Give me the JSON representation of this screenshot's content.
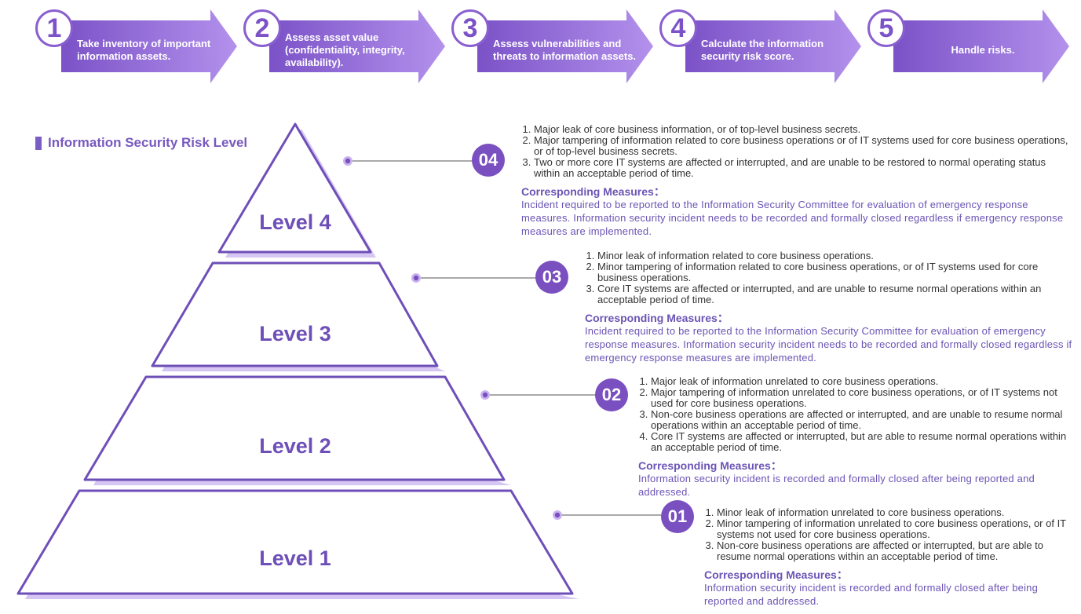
{
  "steps": [
    {
      "number": "1",
      "text": "Take inventory of important information assets."
    },
    {
      "number": "2",
      "text": "Assess asset value (confidentiality, integrity, availability)."
    },
    {
      "number": "3",
      "text": "Assess vulnerabilities and threats to information assets."
    },
    {
      "number": "4",
      "text": "Calculate the information security risk score."
    },
    {
      "number": "5",
      "text": "Handle risks."
    }
  ],
  "section_title": "Information Security Risk Level",
  "pyramid": {
    "level4": "Level 4",
    "level3": "Level 3",
    "level2": "Level 2",
    "level1": "Level 1"
  },
  "levels": {
    "l4": {
      "badge": "04",
      "items": [
        "Major leak of core business information, or of top-level business secrets.",
        "Major tampering of information related to core business operations or of IT systems used for core business operations, or of top-level business secrets.",
        "Two or more core IT systems are affected or interrupted, and are unable to be restored to normal operating status within an acceptable period of time."
      ],
      "measures_title": "Corresponding Measures：",
      "measures_text": "Incident required to be reported to the Information Security Committee for evaluation of emergency response measures. Information security incident needs to be recorded and formally closed regardless if emergency response measures are implemented."
    },
    "l3": {
      "badge": "03",
      "items": [
        "Minor leak of information related to core business operations.",
        "Minor tampering of information related to core business operations, or of IT systems used for core business operations.",
        "Core IT systems are affected or interrupted, and are unable to resume normal operations within an acceptable period of time."
      ],
      "measures_title": "Corresponding Measures：",
      "measures_text": "Incident required to be reported to the Information Security Committee for evaluation of emergency response measures. Information security incident needs to be recorded and formally closed regardless if emergency response measures are implemented."
    },
    "l2": {
      "badge": "02",
      "items": [
        "Major leak of information unrelated to core business operations.",
        "Major tampering of information unrelated to core business operations, or of IT systems not used for core business operations.",
        "Non-core business operations are affected or interrupted, and are unable to resume normal operations within an acceptable period of time.",
        "Core IT systems are affected or interrupted, but are able to resume normal operations within an acceptable period of time."
      ],
      "measures_title": "Corresponding Measures：",
      "measures_text": "Information security incident is recorded and formally closed after being reported and addressed."
    },
    "l1": {
      "badge": "01",
      "items": [
        "Minor leak of information unrelated to core business operations.",
        "Minor tampering of information unrelated to core business operations, or of IT systems not used for core business operations.",
        "Non-core business operations are affected or interrupted, but are able to resume normal operations within an acceptable period of time."
      ],
      "measures_title": "Corresponding Measures：",
      "measures_text": "Information security incident is recorded and formally closed after being reported and addressed."
    }
  },
  "colors": {
    "arrow_start": "#7b52c7",
    "arrow_end": "#b391ec",
    "pyramid_stroke": "#6e4fb8",
    "pyramid_shadow": "#d6c6f3",
    "accent_text": "#6b54b5"
  }
}
